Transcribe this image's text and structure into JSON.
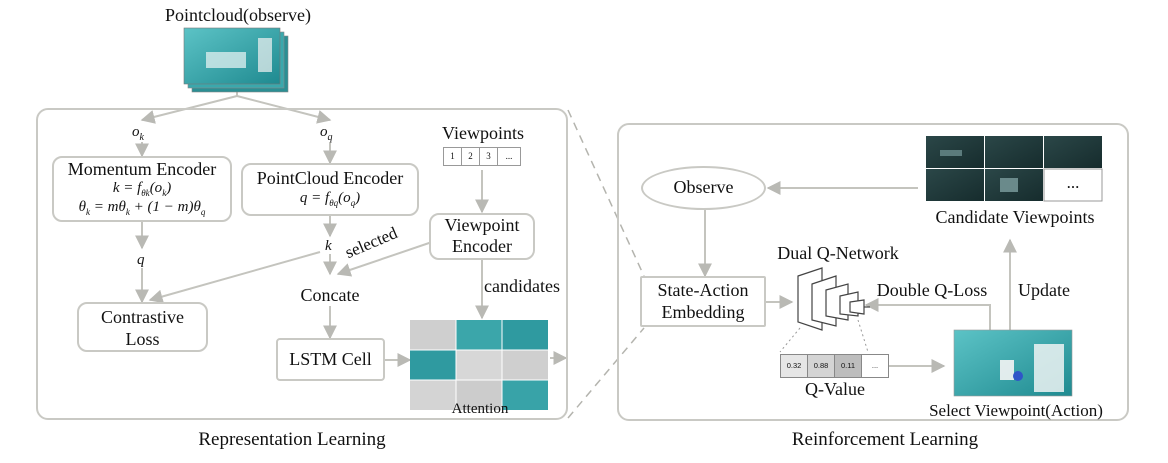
{
  "top": {
    "pointcloud_label": "Pointcloud(observe)"
  },
  "left_panel": {
    "caption": "Representation Learning",
    "ok": "o",
    "ok_sub": "k",
    "oq": "o",
    "oq_sub": "q",
    "momentum_title": "Momentum Encoder",
    "momentum_eq1": "k = f",
    "momentum_eq1_sub": "θk",
    "momentum_eq1_arg": "(o",
    "momentum_eq1_arg_sub": "k",
    "momentum_eq1_end": ")",
    "momentum_eq2": "θ",
    "momentum_eq2_sub": "k",
    "momentum_eq2_rest": " = mθ",
    "momentum_eq2_sub2": "k",
    "momentum_eq2_rest2": " + (1 − m)θ",
    "momentum_eq2_sub3": "q",
    "pc_title": "PointCloud Encoder",
    "pc_eq": "q = f",
    "pc_eq_sub": "θq",
    "pc_eq_arg": "(o",
    "pc_eq_arg_sub": "q",
    "pc_eq_end": ")",
    "viewpoints_title": "Viewpoints",
    "viewpoint_cells": [
      "1",
      "2",
      "3",
      "..."
    ],
    "vp_encoder_line1": "Viewpoint",
    "vp_encoder_line2": "Encoder",
    "k_label": "k",
    "q_label": "q",
    "selected_label": "selected",
    "candidates_label": "candidates",
    "concate_label": "Concate",
    "contrastive_line1": "Contrastive",
    "contrastive_line2": "Loss",
    "lstm_label": "LSTM Cell",
    "attention_label": "Attention"
  },
  "right_panel": {
    "caption": "Reinforcement Learning",
    "observe_label": "Observe",
    "candidate_viewpoints_label": "Candidate Viewpoints",
    "candidate_more": "...",
    "dual_q_label": "Dual Q-Network",
    "double_q_loss_label": "Double Q-Loss",
    "update_label": "Update",
    "sa_line1": "State-Action",
    "sa_line2": "Embedding",
    "q_value_label": "Q-Value",
    "q_values": [
      "0.32",
      "0.88",
      "0.11",
      "..."
    ],
    "select_label": "Select Viewpoint(Action)"
  },
  "colors": {
    "line": "#c9c9c4",
    "arrow": "#b9b9b4",
    "teal": "#2e9aa0",
    "dark_img": "#1f3a3c",
    "grey_tile": "#d9d9d9"
  }
}
